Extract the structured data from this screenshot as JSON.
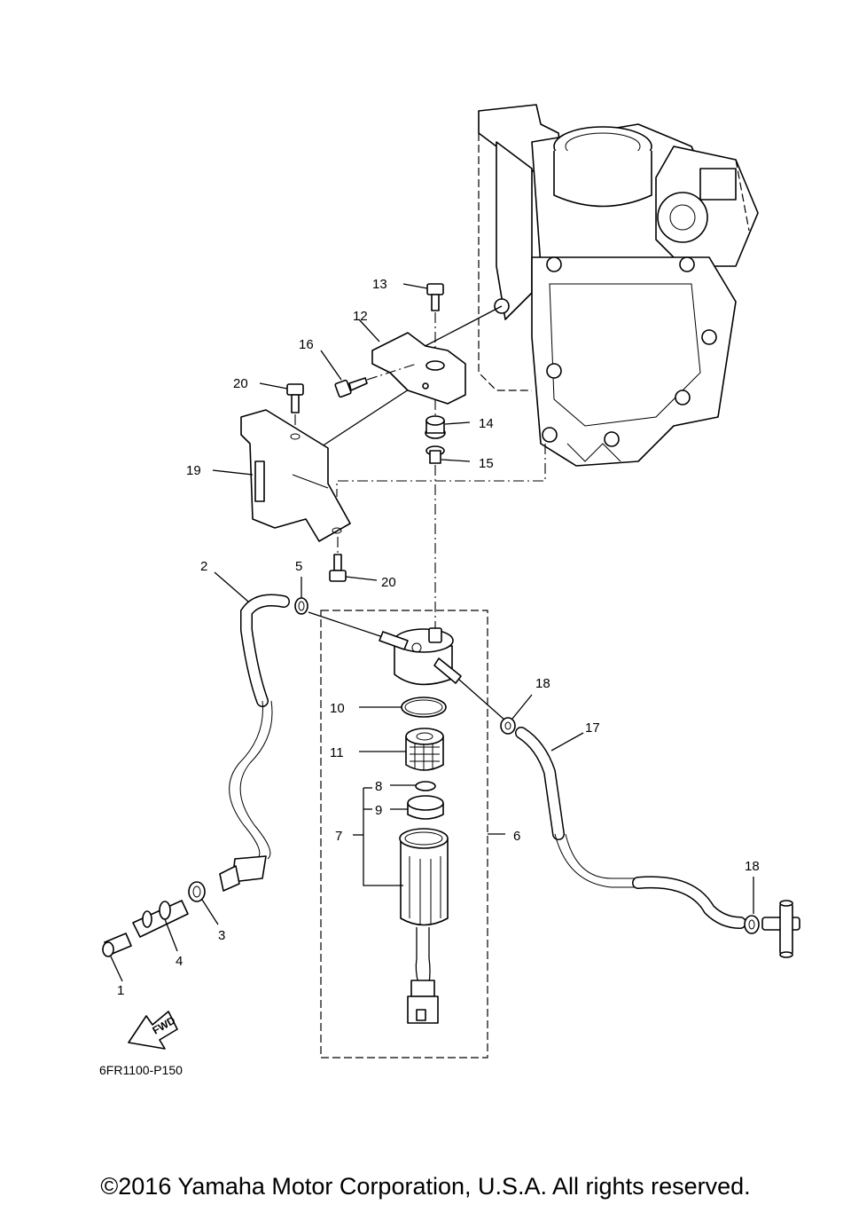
{
  "diagram": {
    "callouts": [
      "1",
      "2",
      "3",
      "4",
      "5",
      "6",
      "7",
      "8",
      "9",
      "10",
      "11",
      "12",
      "13",
      "14",
      "15",
      "16",
      "17",
      "18",
      "18",
      "19",
      "20",
      "20"
    ],
    "fwd_label": "FWD",
    "drawing_code": "6FR1100-P150"
  },
  "footer": {
    "copyright": "©2016 Yamaha Motor Corporation, U.S.A. All rights reserved."
  }
}
